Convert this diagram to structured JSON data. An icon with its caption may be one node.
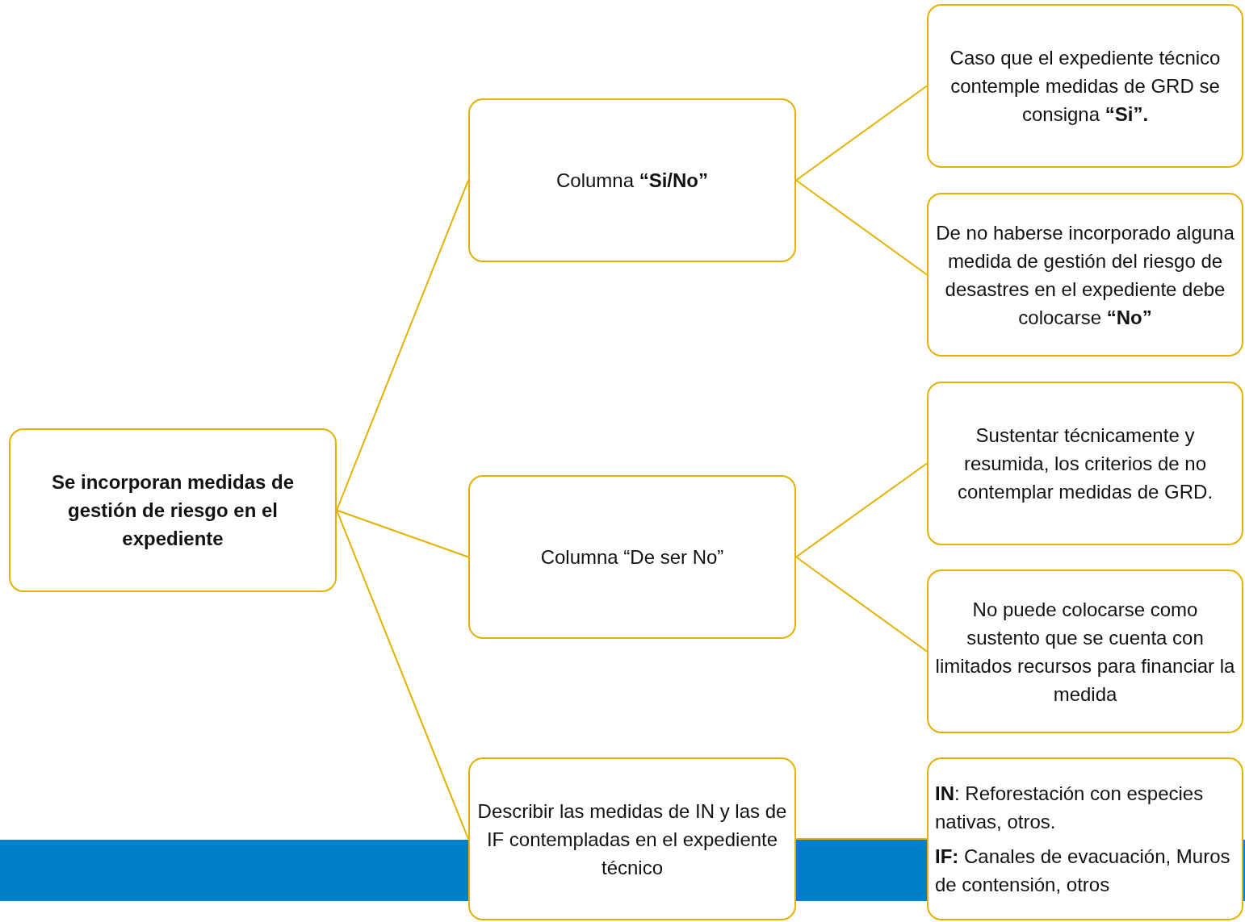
{
  "diagram": {
    "nodes": [
      {
        "text": [
          "Se incorporan medidas de gestión de riesgo en el expediente"
        ]
      },
      {
        "text": [
          "Columna **“Si/No”**"
        ]
      },
      {
        "text": [
          "Columna “De ser No”"
        ]
      },
      {
        "text": [
          "Describir las medidas de IN y las de IF contempladas en el expediente técnico"
        ]
      },
      {
        "text": [
          "Caso que el expediente técnico contemple medidas de GRD se consigna **“Si”.**"
        ]
      },
      {
        "text": [
          "De no haberse incorporado alguna medida de gestión del riesgo de desastres en el expediente debe colocarse **“No”**"
        ]
      },
      {
        "text": [
          "Sustentar técnicamente y resumida, los criterios de no contemplar medidas de GRD."
        ]
      },
      {
        "text": [
          "No puede colocarse como sustento que se cuenta con limitados recursos para financiar la medida"
        ]
      },
      {
        "text": [
          "**IN**: Reforestación con especies nativas, otros.",
          "**IF:** Canales de evacuación, Muros de contensión, otros"
        ]
      }
    ],
    "edges": [
      {
        "from": 0,
        "to": 1,
        "arrow": "none"
      },
      {
        "from": 0,
        "to": 2,
        "arrow": "none"
      },
      {
        "from": 0,
        "to": 3,
        "arrow": "none"
      },
      {
        "from": 1,
        "to": 4,
        "arrow": "none"
      },
      {
        "from": 1,
        "to": 5,
        "arrow": "none"
      },
      {
        "from": 2,
        "to": 6,
        "arrow": "none"
      },
      {
        "from": 2,
        "to": 7,
        "arrow": "none"
      },
      {
        "from": 3,
        "to": 8,
        "arrow": "none"
      }
    ]
  }
}
